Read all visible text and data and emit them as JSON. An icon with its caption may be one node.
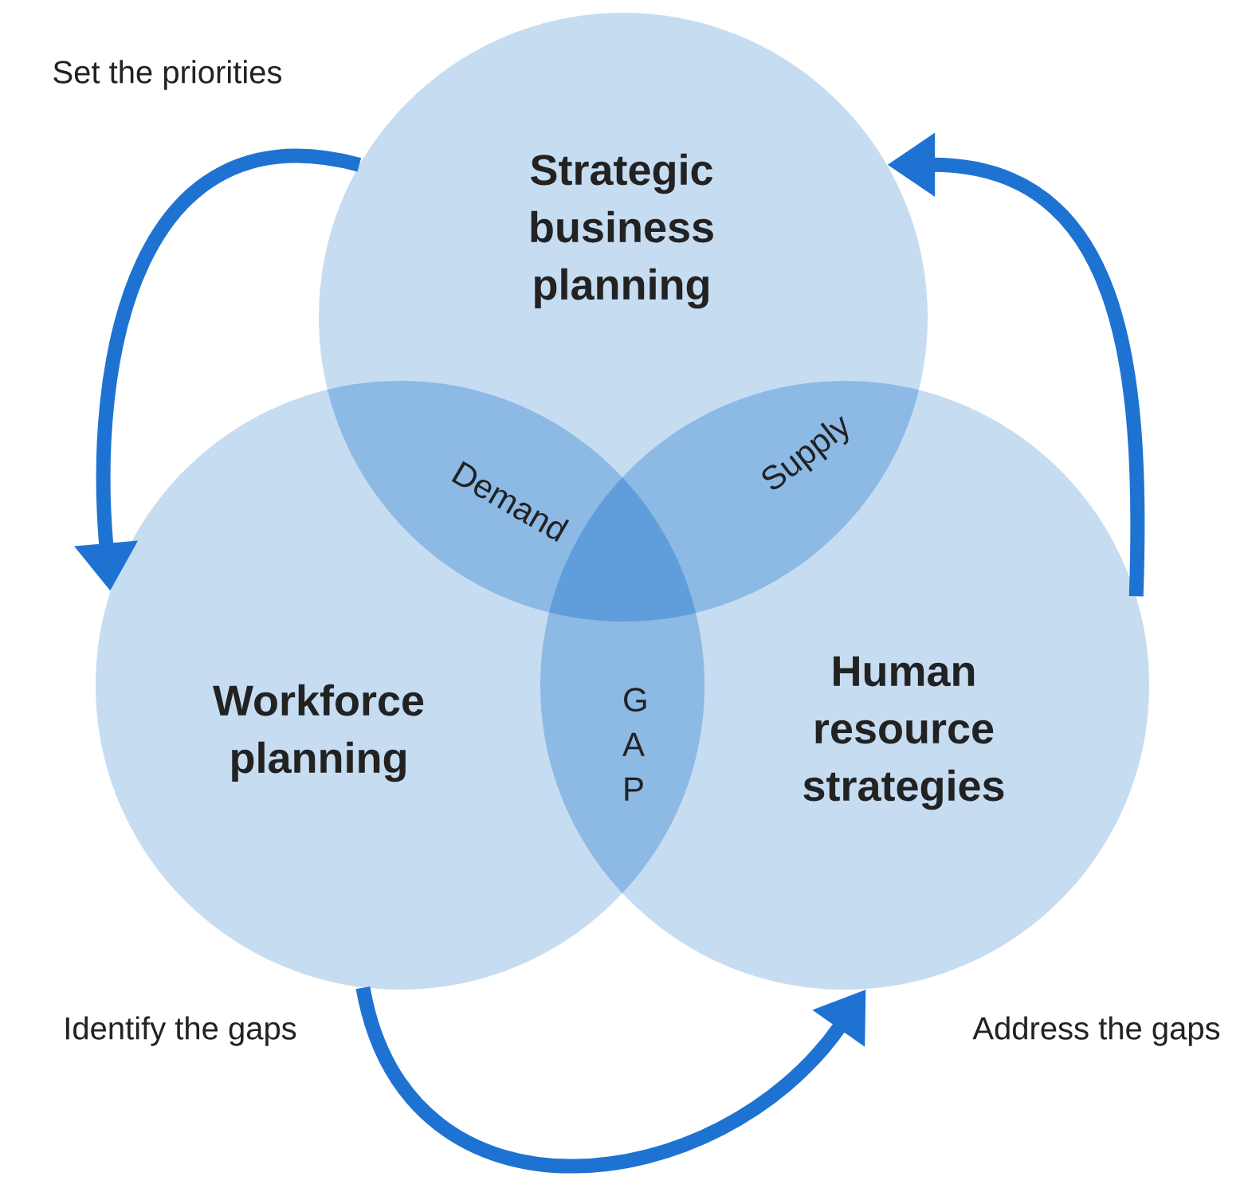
{
  "diagram": {
    "nodes": [
      {
        "text": [
          "Strategic business planning"
        ]
      },
      {
        "text": [
          "Workforce planning"
        ]
      },
      {
        "text": [
          "Human resource strategies"
        ]
      }
    ],
    "edges": [
      {
        "from": 0,
        "to": 1,
        "arrow": "to"
      },
      {
        "from": 1,
        "to": 2,
        "arrow": "to"
      },
      {
        "from": 2,
        "to": 0,
        "arrow": "to"
      }
    ],
    "labels": [
      "Set the priorities",
      "Demand",
      "Supply",
      "G A P",
      "Identify the gaps",
      "Address the gaps"
    ]
  }
}
